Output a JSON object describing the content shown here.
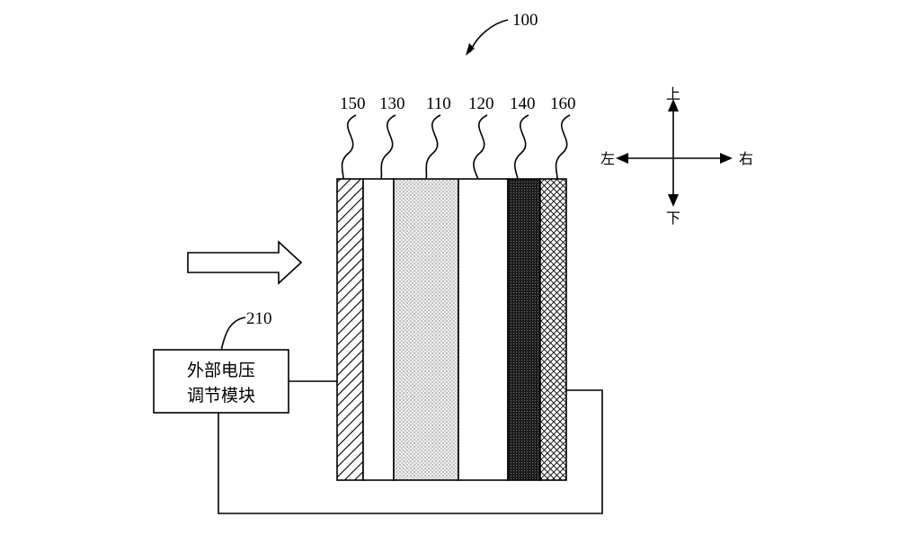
{
  "figure_label": "100",
  "layer_labels": [
    "150",
    "130",
    "110",
    "120",
    "140",
    "160"
  ],
  "module": {
    "ref": "210",
    "line1": "外部电压",
    "line2": "调节模块"
  },
  "directions": {
    "up": "上",
    "down": "下",
    "left": "左",
    "right": "右"
  }
}
